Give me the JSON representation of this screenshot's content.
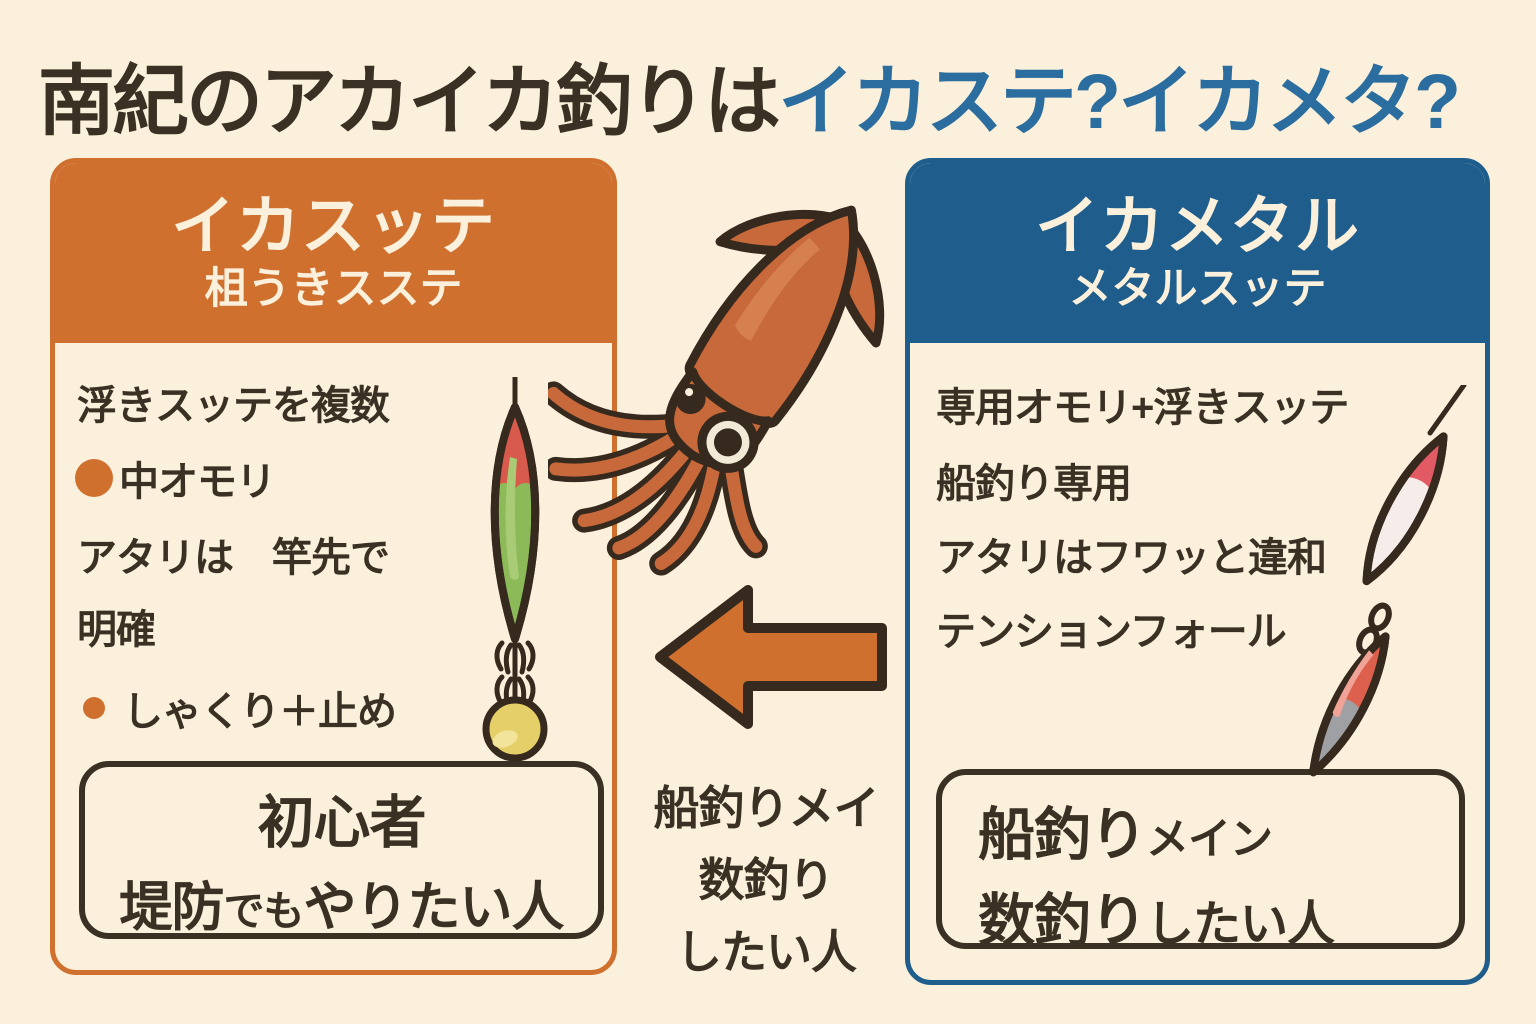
{
  "colors": {
    "background": "#FAF0DB",
    "ink": "#3A3023",
    "orange_accent": "#D0702F",
    "blue_accent": "#1F5D8C",
    "title_highlight_blue": "#2A6D9E",
    "header_text_cream": "#FAF0DC",
    "squid_orange": "#C8693B",
    "lure_green": "#8CBA58",
    "lure_red": "#D85A4C",
    "lure_yellow": "#E5CF68",
    "jig_gray": "#9EA0A3"
  },
  "title": {
    "plain": "南紀のアカイカ釣りは",
    "highlight": "イカステ?イカメタ?"
  },
  "left_card": {
    "title": "イカスッテ",
    "subtitle": "柤うきスステ",
    "line1": "浮きスッテを複数",
    "line2": "中オモリ",
    "line3": "アタリは　竿先で",
    "line4": "明確",
    "line5": "しゃくり＋止め",
    "box_line1": "初心者",
    "box_line2_a": "堤防",
    "box_line2_b": "でも",
    "box_line2_c": "やりたい人"
  },
  "center": {
    "label_line1": "船釣りメイ",
    "label_line2": "数釣り",
    "label_line3": "したい人"
  },
  "right_card": {
    "title": "イカメタル",
    "subtitle": "メタルスッテ",
    "line1": "専用オモリ+浮きスッテ",
    "line2": "船釣り専用",
    "line3": "アタリはフワッと違和",
    "line4": "テンションフォール",
    "box_line1_a": "船釣り",
    "box_line1_b": "メイン",
    "box_line2_a": "数釣り",
    "box_line2_b": "したい人"
  }
}
